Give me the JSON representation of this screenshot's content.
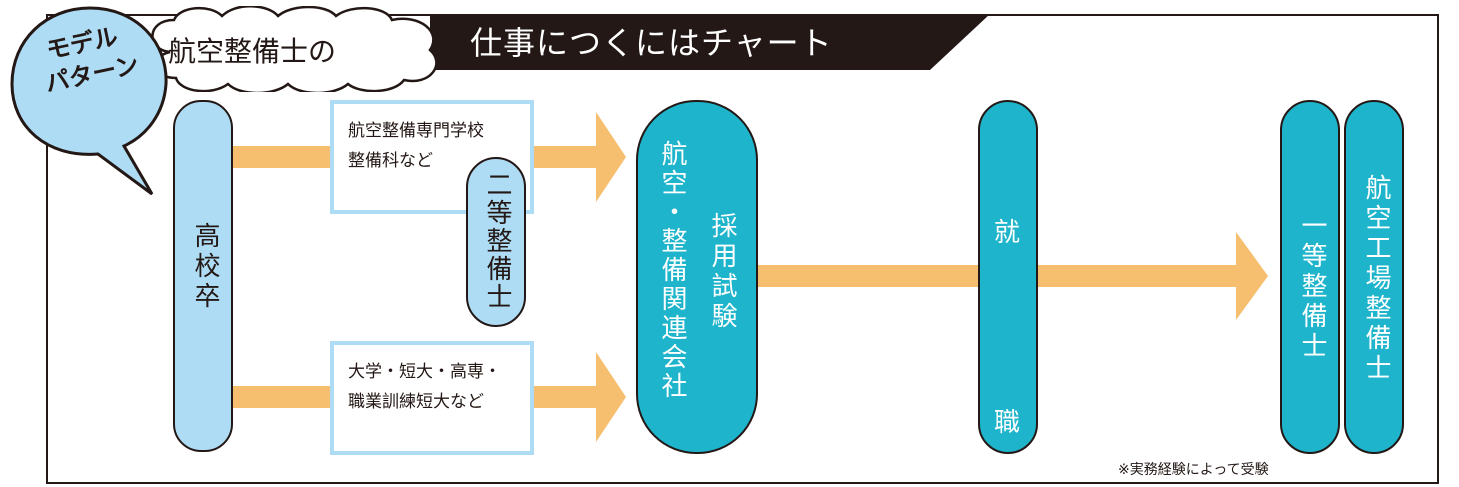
{
  "title": {
    "bubble": [
      "モデル",
      "パターン"
    ],
    "cloud": "航空整備士の",
    "main": "仕事につくにはチャート"
  },
  "nodes": {
    "high_school": "高校卒",
    "school_box": [
      "航空整備専門学校",
      "整備科など"
    ],
    "second_class": "二等整備士",
    "university_box": [
      "大学・短大・高専・",
      "職業訓練短大など"
    ],
    "company_a": "航空・整備関連会社",
    "company_b": "採用試験",
    "employment_a": "就",
    "employment_b": "職",
    "first_class": "一等整備士",
    "factory": "航空工場整備士"
  },
  "note": "※実務経験によって受験",
  "colors": {
    "light_blue": "#aedcf4",
    "teal": "#1eb4cb",
    "arrow_orange": "#f6bf70",
    "ink": "#231815"
  }
}
